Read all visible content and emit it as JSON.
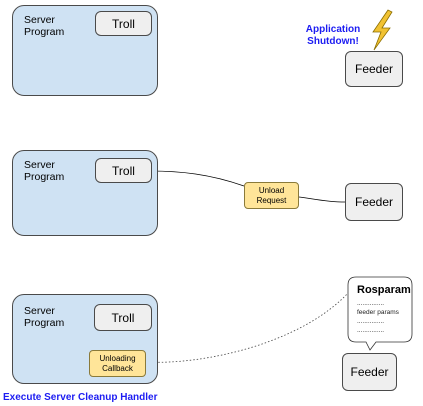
{
  "panel1": {
    "server_label": "Server\nProgram",
    "troll_label": "Troll",
    "feeder_label": "Feeder",
    "shutdown_label": "Application\nShutdown!"
  },
  "panel2": {
    "server_label": "Server\nProgram",
    "troll_label": "Troll",
    "request_label": "Unload\nRequest",
    "feeder_label": "Feeder"
  },
  "panel3": {
    "server_label": "Server\nProgram",
    "troll_label": "Troll",
    "callback_label": "Unloading\nCallback",
    "feeder_label": "Feeder",
    "caption": "Execute Server Cleanup Handler",
    "rosparam": {
      "title": "Rosparam",
      "line1": "...............",
      "line2": "feeder params",
      "line3": "...............",
      "line4": "..............."
    }
  },
  "colors": {
    "server_fill": "#cfe2f3",
    "node_fill": "#efefef",
    "message_fill": "#ffe599",
    "lightning_fill": "#f1c232",
    "caption_blue": "#1c1cf2"
  }
}
